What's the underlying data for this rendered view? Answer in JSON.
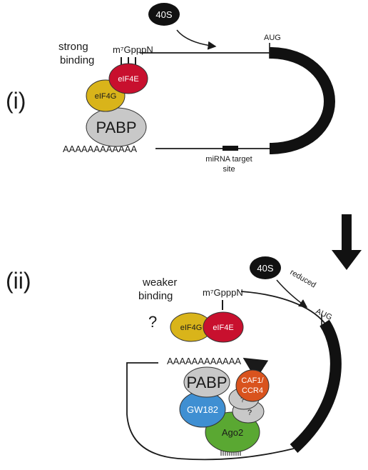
{
  "panels": {
    "top": {
      "label": "(i)",
      "ribosome": "40S",
      "note_line1": "strong",
      "note_line2": "binding",
      "cap": "m⁷GpppN",
      "start_codon": "AUG",
      "poly_a": "AAAAAAAAAAAA",
      "proteins": {
        "eif4e": "eIF4E",
        "eif4g": "eIF4G",
        "pabp": "PABP"
      },
      "site_line1": "miRNA target",
      "site_line2": "site"
    },
    "bottom": {
      "label": "(ii)",
      "ribosome": "40S",
      "ribosome_note": "reduced",
      "note_line1": "weaker",
      "note_line2": "binding",
      "question": "?",
      "cap": "m⁷GpppN",
      "start_codon": "AUG",
      "poly_a": "AAAAAAAAAAAA",
      "proteins": {
        "eif4g": "eIF4G",
        "eif4e": "eIF4E",
        "pabp": "PABP",
        "caf1_line1": "CAF1/",
        "caf1_line2": "CCR4",
        "unknown1": "?",
        "unknown2": "?",
        "gw182": "GW182",
        "ago2": "Ago2"
      }
    }
  },
  "colors": {
    "eif4e": "#c8102e",
    "eif4g": "#d9b41a",
    "pabp": "#c8c8c8",
    "caf1": "#d9531e",
    "gw182": "#3f8fd2",
    "ago2": "#5aa832",
    "ribosome": "#111111"
  }
}
